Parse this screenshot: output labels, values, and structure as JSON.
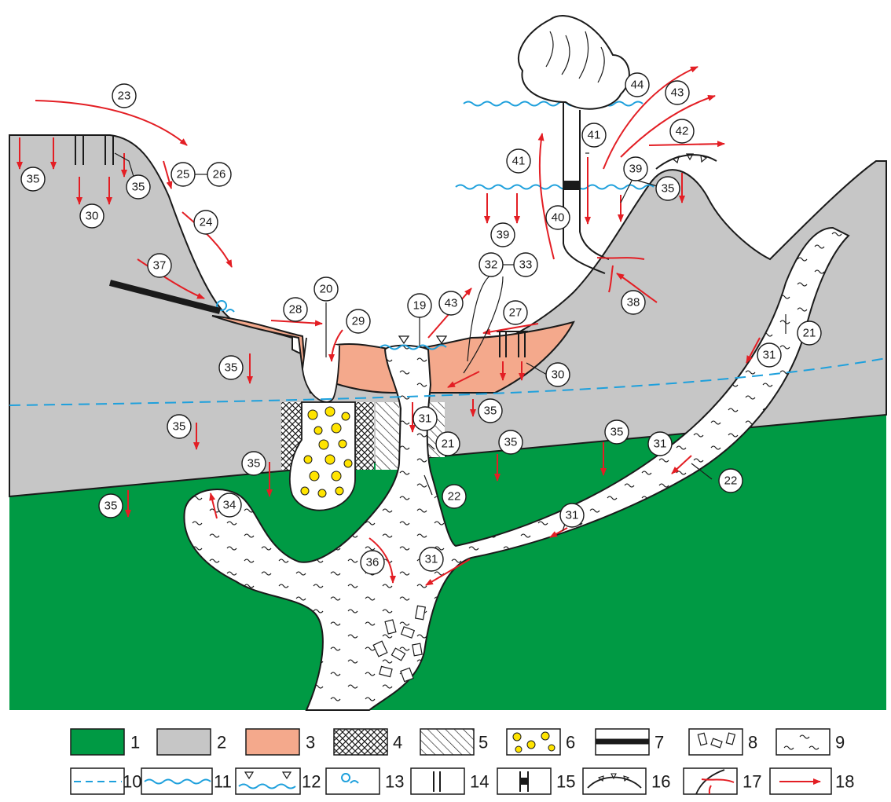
{
  "colors": {
    "green": "#009a44",
    "grey": "#c6c6c6",
    "salmon": "#f4a98c",
    "red": "#e31e24",
    "blue": "#1ea0dc",
    "yellow": "#ffe400",
    "outline": "#1a1a1a"
  },
  "labels": {
    "n19": "19",
    "n20": "20",
    "n21a": "21",
    "n21b": "21",
    "n22a": "22",
    "n22b": "22",
    "n23": "23",
    "n24": "24",
    "n25": "25",
    "n26": "26",
    "n27": "27",
    "n28": "28",
    "n29": "29",
    "n30a": "30",
    "n30b": "30",
    "n31a": "31",
    "n31b": "31",
    "n31c": "31",
    "n31d": "31",
    "n31e": "31",
    "n32": "32",
    "n33": "33",
    "n34": "34",
    "n35a": "35",
    "n35b": "35",
    "n35c": "35",
    "n35d": "35",
    "n35e": "35",
    "n35f": "35",
    "n35g": "35",
    "n35h": "35",
    "n35i": "35",
    "n35j": "35",
    "n36": "36",
    "n37": "37",
    "n38": "38",
    "n39a": "39",
    "n39b": "39",
    "n40": "40",
    "n41a": "41",
    "n41b": "41",
    "n42": "42",
    "n43a": "43",
    "n43b": "43",
    "n44": "44"
  },
  "legend": [
    {
      "num": "1",
      "symbol": "bedrock-green"
    },
    {
      "num": "2",
      "symbol": "rock-grey"
    },
    {
      "num": "3",
      "symbol": "sediment-salmon"
    },
    {
      "num": "4",
      "symbol": "crosshatch"
    },
    {
      "num": "5",
      "symbol": "diagonal-hatch"
    },
    {
      "num": "6",
      "symbol": "yellow-circles"
    },
    {
      "num": "7",
      "symbol": "thick-black-line"
    },
    {
      "num": "8",
      "symbol": "blocks"
    },
    {
      "num": "9",
      "symbol": "wavy-fill"
    },
    {
      "num": "10",
      "symbol": "dashed-blue-line"
    },
    {
      "num": "11",
      "symbol": "blue-wavy-line"
    },
    {
      "num": "12",
      "symbol": "water-level-triangles"
    },
    {
      "num": "13",
      "symbol": "spring"
    },
    {
      "num": "14",
      "symbol": "well"
    },
    {
      "num": "15",
      "symbol": "plug"
    },
    {
      "num": "16",
      "symbol": "crust-triangles"
    },
    {
      "num": "17",
      "symbol": "fracture-lines"
    },
    {
      "num": "18",
      "symbol": "red-arrow"
    }
  ]
}
